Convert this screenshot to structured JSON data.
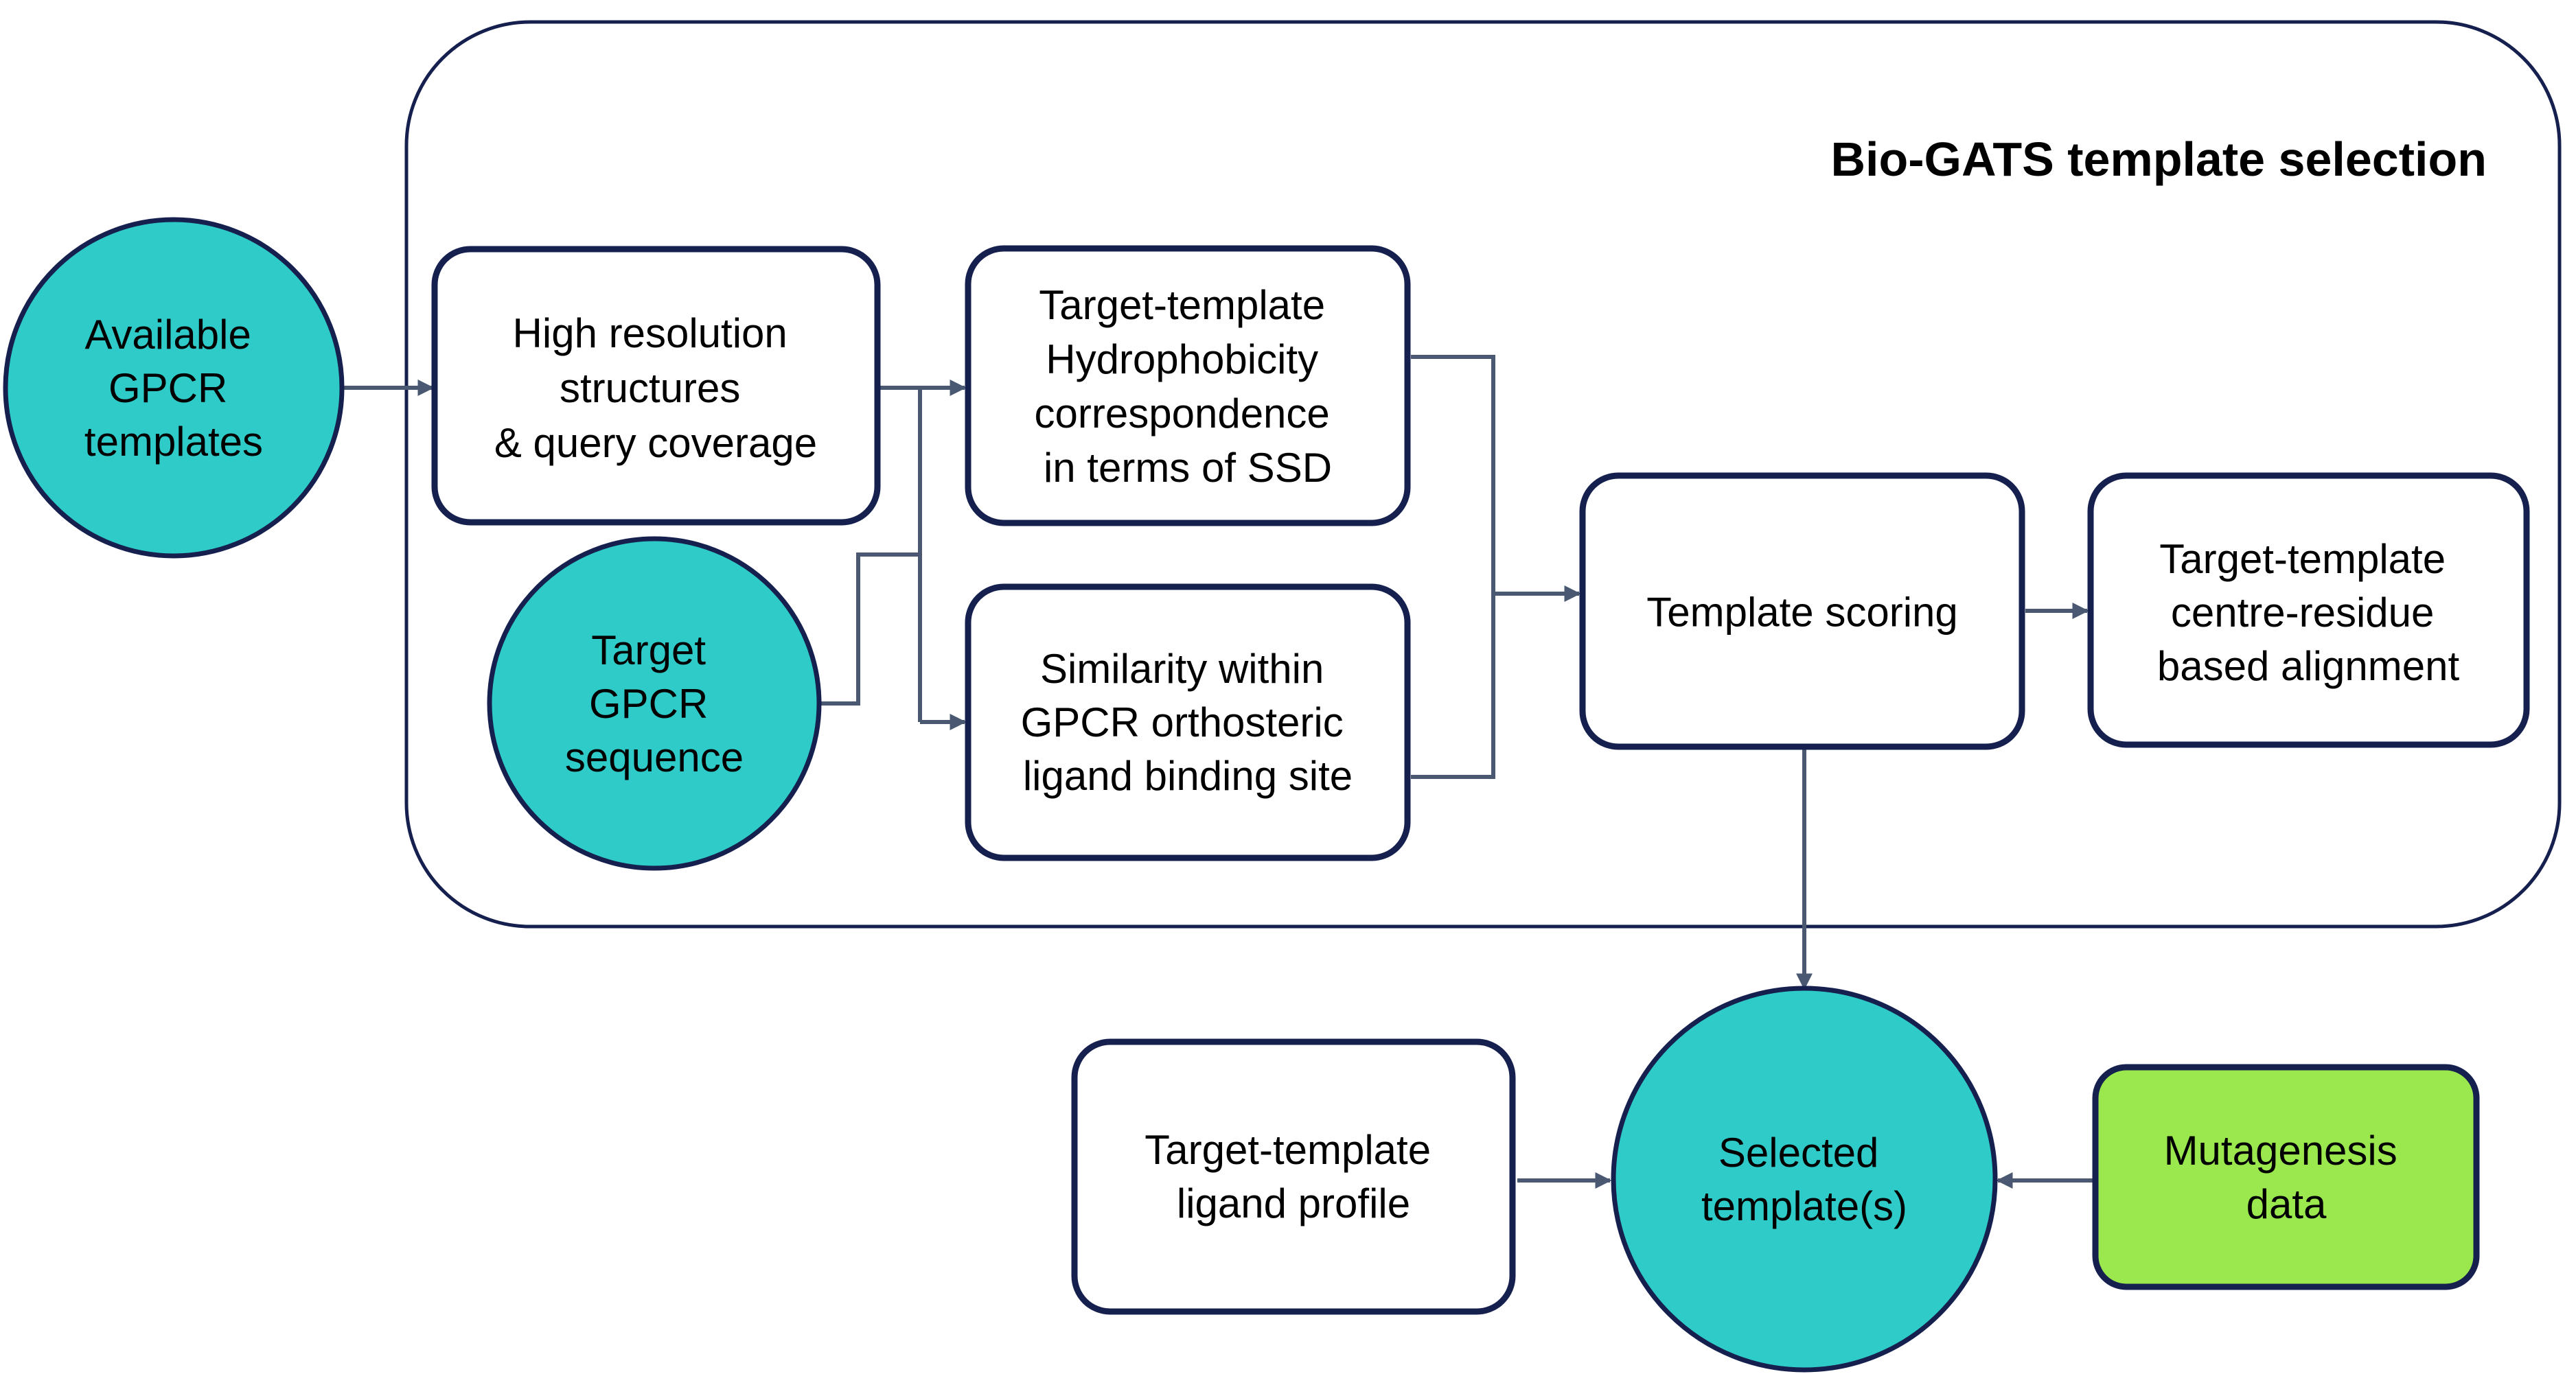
{
  "title": "Bio-GATS template selection",
  "colors": {
    "outline": "#15204f",
    "arrow": "#4a5872",
    "circle_fill": "#2ecbc9",
    "mutagenesis_fill": "#9be84e",
    "box_fill": "#ffffff"
  },
  "nodes": {
    "available_templates": [
      "Available",
      "GPCR",
      "templates"
    ],
    "target_sequence": [
      "Target",
      "GPCR",
      "sequence"
    ],
    "high_resolution": [
      "High  resolution",
      "structures",
      "& query coverage"
    ],
    "hydrophobicity": [
      "Target-template",
      "Hydrophobicity",
      "correspondence",
      "in terms of SSD"
    ],
    "similarity": [
      "Similarity within",
      "GPCR orthosteric",
      "ligand binding site"
    ],
    "template_scoring": [
      "Template  scoring"
    ],
    "alignment": [
      "Target-template",
      "centre-residue",
      "based alignment"
    ],
    "ligand_profile": [
      "Target-template",
      "ligand profile"
    ],
    "selected_templates": [
      "Selected",
      "template(s)"
    ],
    "mutagenesis": [
      "Mutagenesis",
      "data"
    ]
  }
}
